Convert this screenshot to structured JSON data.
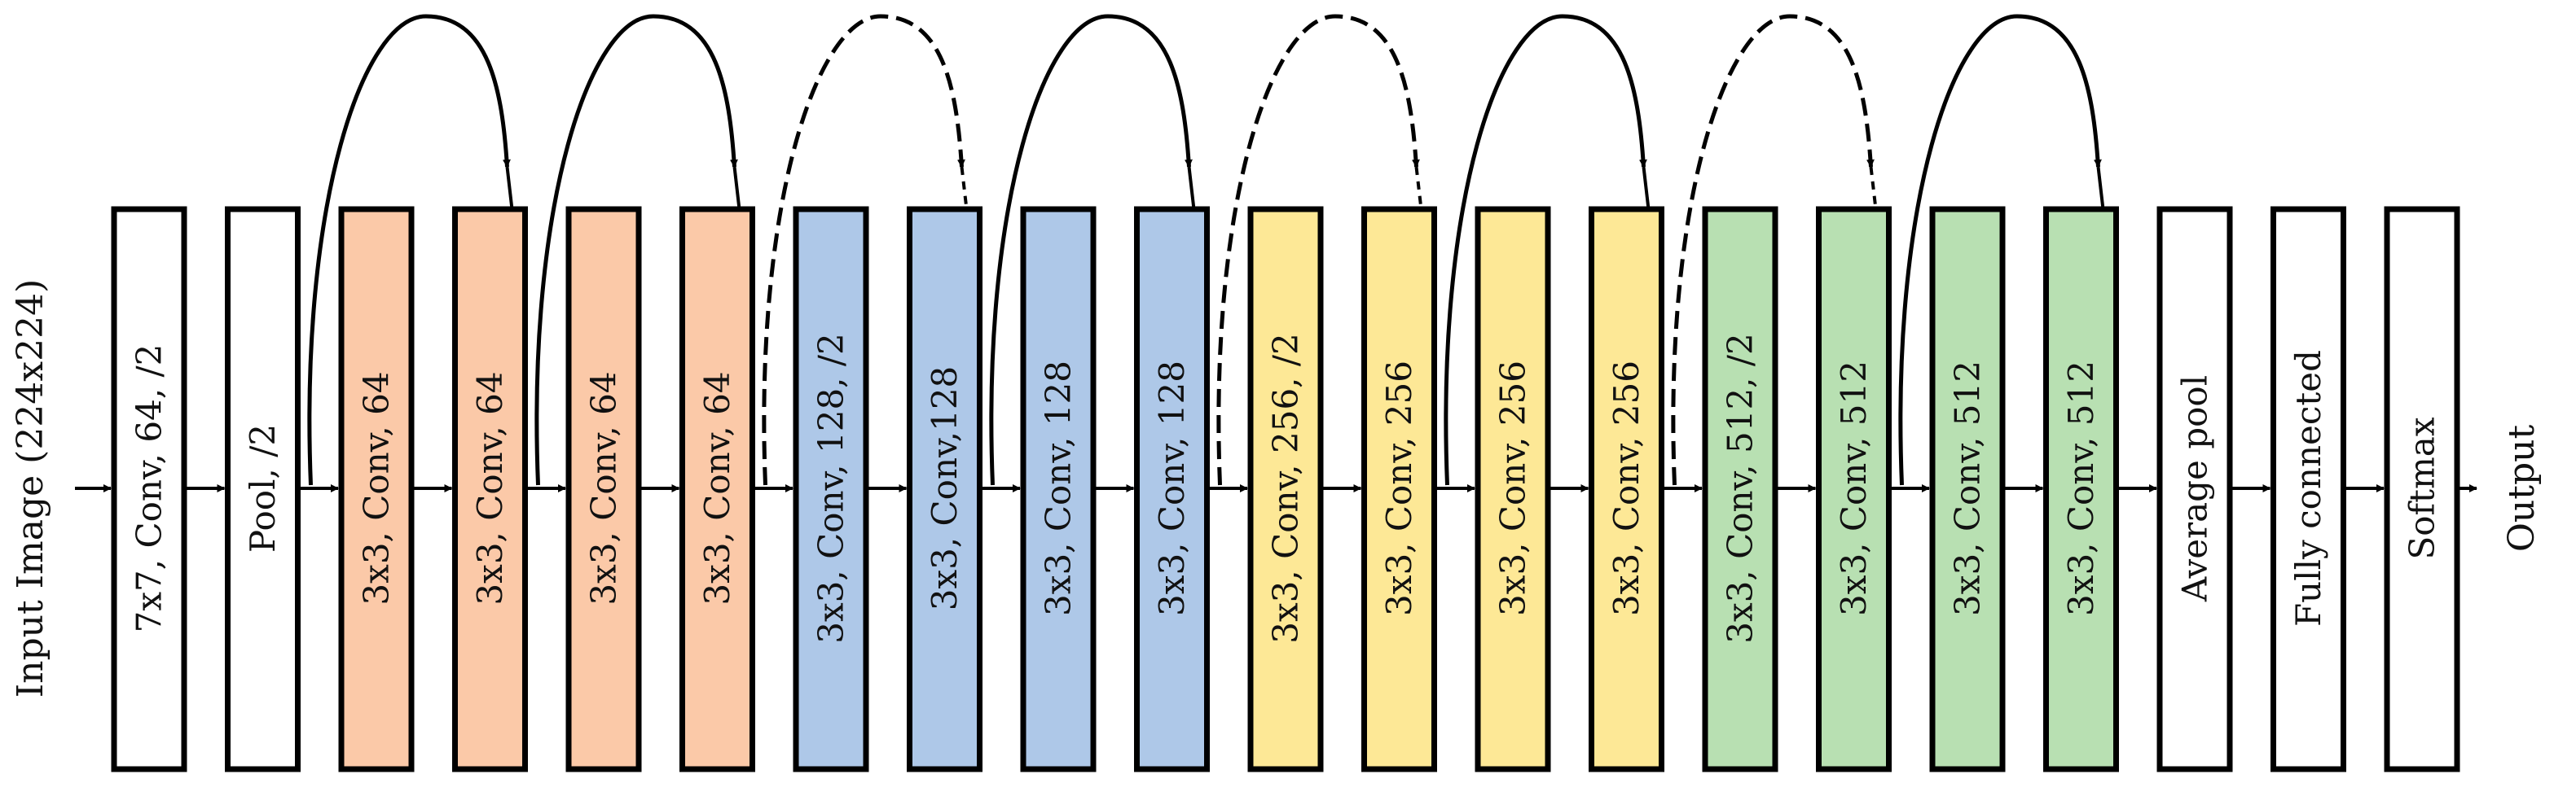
{
  "input_label": "Input Image (224x224)",
  "output_label": "Output",
  "colors": {
    "white": "#ffffff",
    "orange": "#fbc9a8",
    "blue": "#aec8e8",
    "yellow": "#fde896",
    "green": "#b8e0b2",
    "stroke": "#000000"
  },
  "layers": [
    {
      "label": "7x7, Conv, 64, /2",
      "color": "white"
    },
    {
      "label": "Pool, /2",
      "color": "white"
    },
    {
      "label": "3x3, Conv, 64",
      "color": "orange"
    },
    {
      "label": "3x3, Conv, 64",
      "color": "orange"
    },
    {
      "label": "3x3, Conv, 64",
      "color": "orange"
    },
    {
      "label": "3x3, Conv, 64",
      "color": "orange"
    },
    {
      "label": "3x3, Conv, 128, /2",
      "color": "blue"
    },
    {
      "label": "3x3, Conv,128",
      "color": "blue"
    },
    {
      "label": "3x3, Conv, 128",
      "color": "blue"
    },
    {
      "label": "3x3, Conv, 128",
      "color": "blue"
    },
    {
      "label": "3x3, Conv, 256, /2",
      "color": "yellow"
    },
    {
      "label": "3x3, Conv, 256",
      "color": "yellow"
    },
    {
      "label": "3x3, Conv, 256",
      "color": "yellow"
    },
    {
      "label": "3x3, Conv, 256",
      "color": "yellow"
    },
    {
      "label": "3x3, Conv, 512, /2",
      "color": "green"
    },
    {
      "label": "3x3, Conv, 512",
      "color": "green"
    },
    {
      "label": "3x3, Conv, 512",
      "color": "green"
    },
    {
      "label": "3x3, Conv, 512",
      "color": "green"
    },
    {
      "label": "Average pool",
      "color": "white"
    },
    {
      "label": "Fully connected",
      "color": "white"
    },
    {
      "label": "Softmax",
      "color": "white"
    }
  ],
  "skip_connections": [
    {
      "from": 1,
      "to": 3,
      "style": "solid"
    },
    {
      "from": 3,
      "to": 5,
      "style": "solid"
    },
    {
      "from": 5,
      "to": 7,
      "style": "dashed"
    },
    {
      "from": 7,
      "to": 9,
      "style": "solid"
    },
    {
      "from": 9,
      "to": 11,
      "style": "dashed"
    },
    {
      "from": 11,
      "to": 13,
      "style": "solid"
    },
    {
      "from": 13,
      "to": 15,
      "style": "dashed"
    },
    {
      "from": 15,
      "to": 17,
      "style": "solid"
    }
  ]
}
